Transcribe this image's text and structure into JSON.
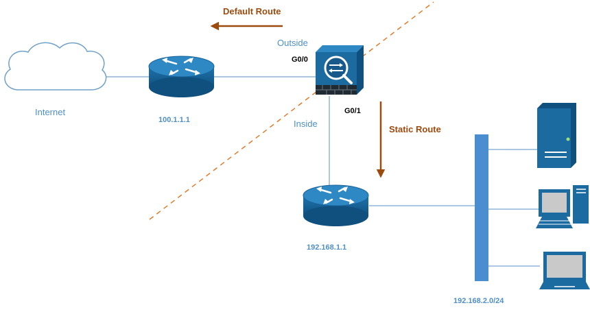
{
  "labels": {
    "default_route": "Default Route",
    "static_route": "Static Route",
    "outside": "Outside",
    "inside": "Inside",
    "g00": "G0/0",
    "g01": "G0/1",
    "internet": "Internet",
    "router_top_ip": "100.1.1.1",
    "router_bottom_ip": "192.168.1.1",
    "lan_subnet": "192.168.2.0/24"
  },
  "colors": {
    "route_arrow": "#9c4a0e",
    "route_text": "#9c4a0e",
    "blue_text": "#4f8fc9",
    "device_blue": "#1b6aa0",
    "switch_blue": "#4a8ed0",
    "lines": "#8fb6d8",
    "dashed": "#e07b2c"
  }
}
